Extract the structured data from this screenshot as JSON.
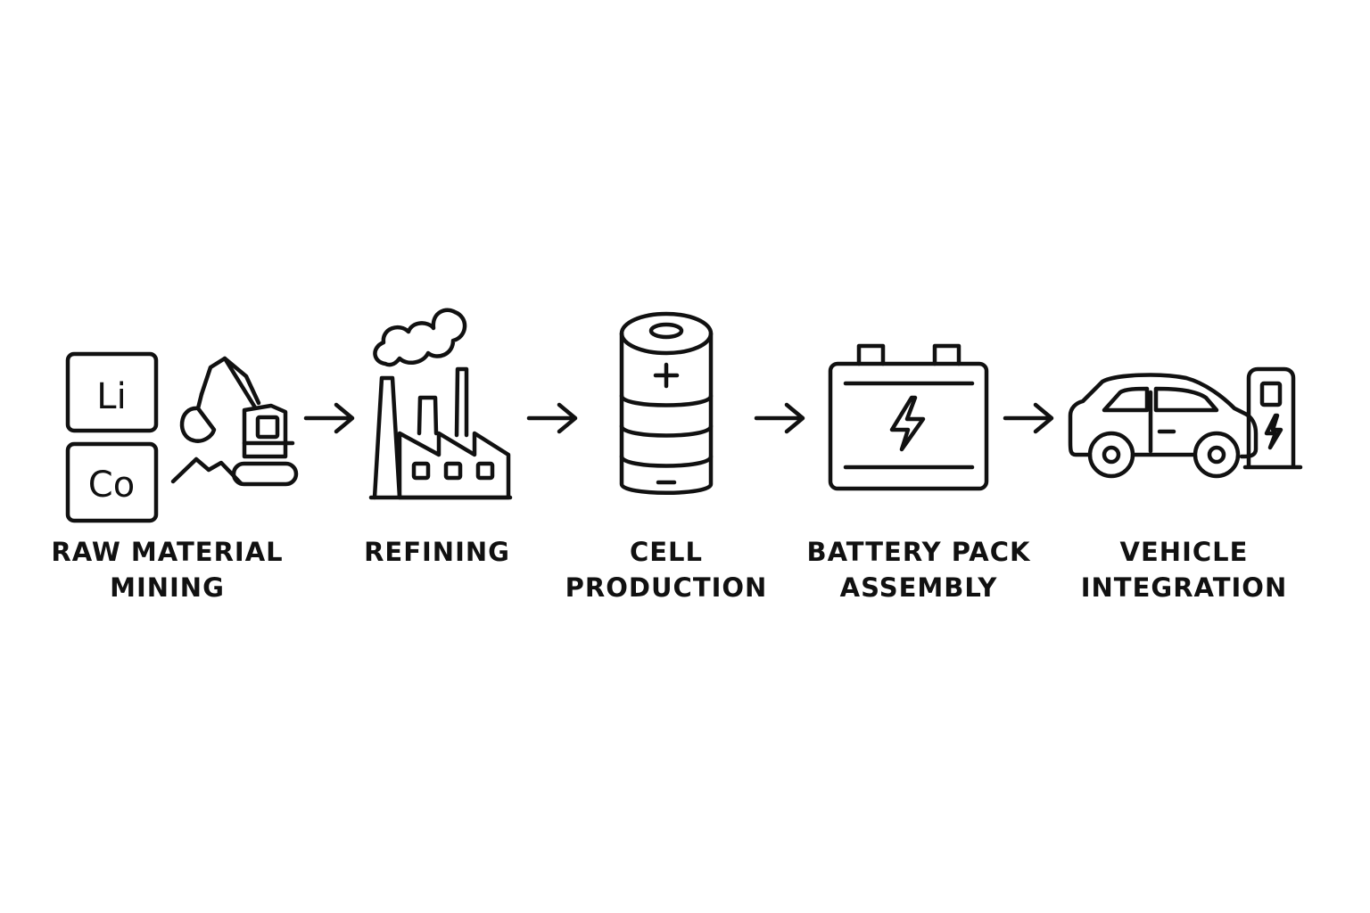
{
  "elements": {
    "lithium": "Li",
    "cobalt": "Co"
  },
  "steps": [
    {
      "line1": "RAW MATERIAL",
      "line2": "MINING"
    },
    {
      "line1": "REFINING",
      "line2": ""
    },
    {
      "line1": "CELL",
      "line2": "PRODUCTION"
    },
    {
      "line1": "BATTERY PACK",
      "line2": "ASSEMBLY"
    },
    {
      "line1": "VEHICLE",
      "line2": "INTEGRATION"
    }
  ],
  "icons": [
    "element-tiles-icon",
    "excavator-icon",
    "factory-icon",
    "battery-cell-icon",
    "battery-pack-icon",
    "electric-car-icon",
    "charging-station-icon"
  ],
  "colors": {
    "stroke": "#111111",
    "background": "#ffffff"
  }
}
